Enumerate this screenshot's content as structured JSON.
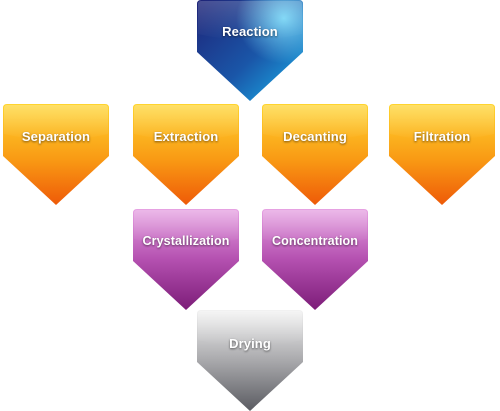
{
  "diagram": {
    "colors": {
      "blue_light": "#1aa9e6",
      "blue_dark": "#1a1f6b",
      "orange_light": "#ffd233",
      "orange_dark": "#ee5a08",
      "purple_light": "#e9a6e6",
      "purple_dark": "#7c1c78",
      "gray_light": "#f0f0f0",
      "gray_dark": "#595a60"
    },
    "steps": {
      "reaction": "Reaction",
      "separation": "Separation",
      "extraction": "Extraction",
      "decanting": "Decanting",
      "filtration": "Filtration",
      "crystallization": "Crystallization",
      "concentration": "Concentration",
      "drying": "Drying"
    }
  }
}
